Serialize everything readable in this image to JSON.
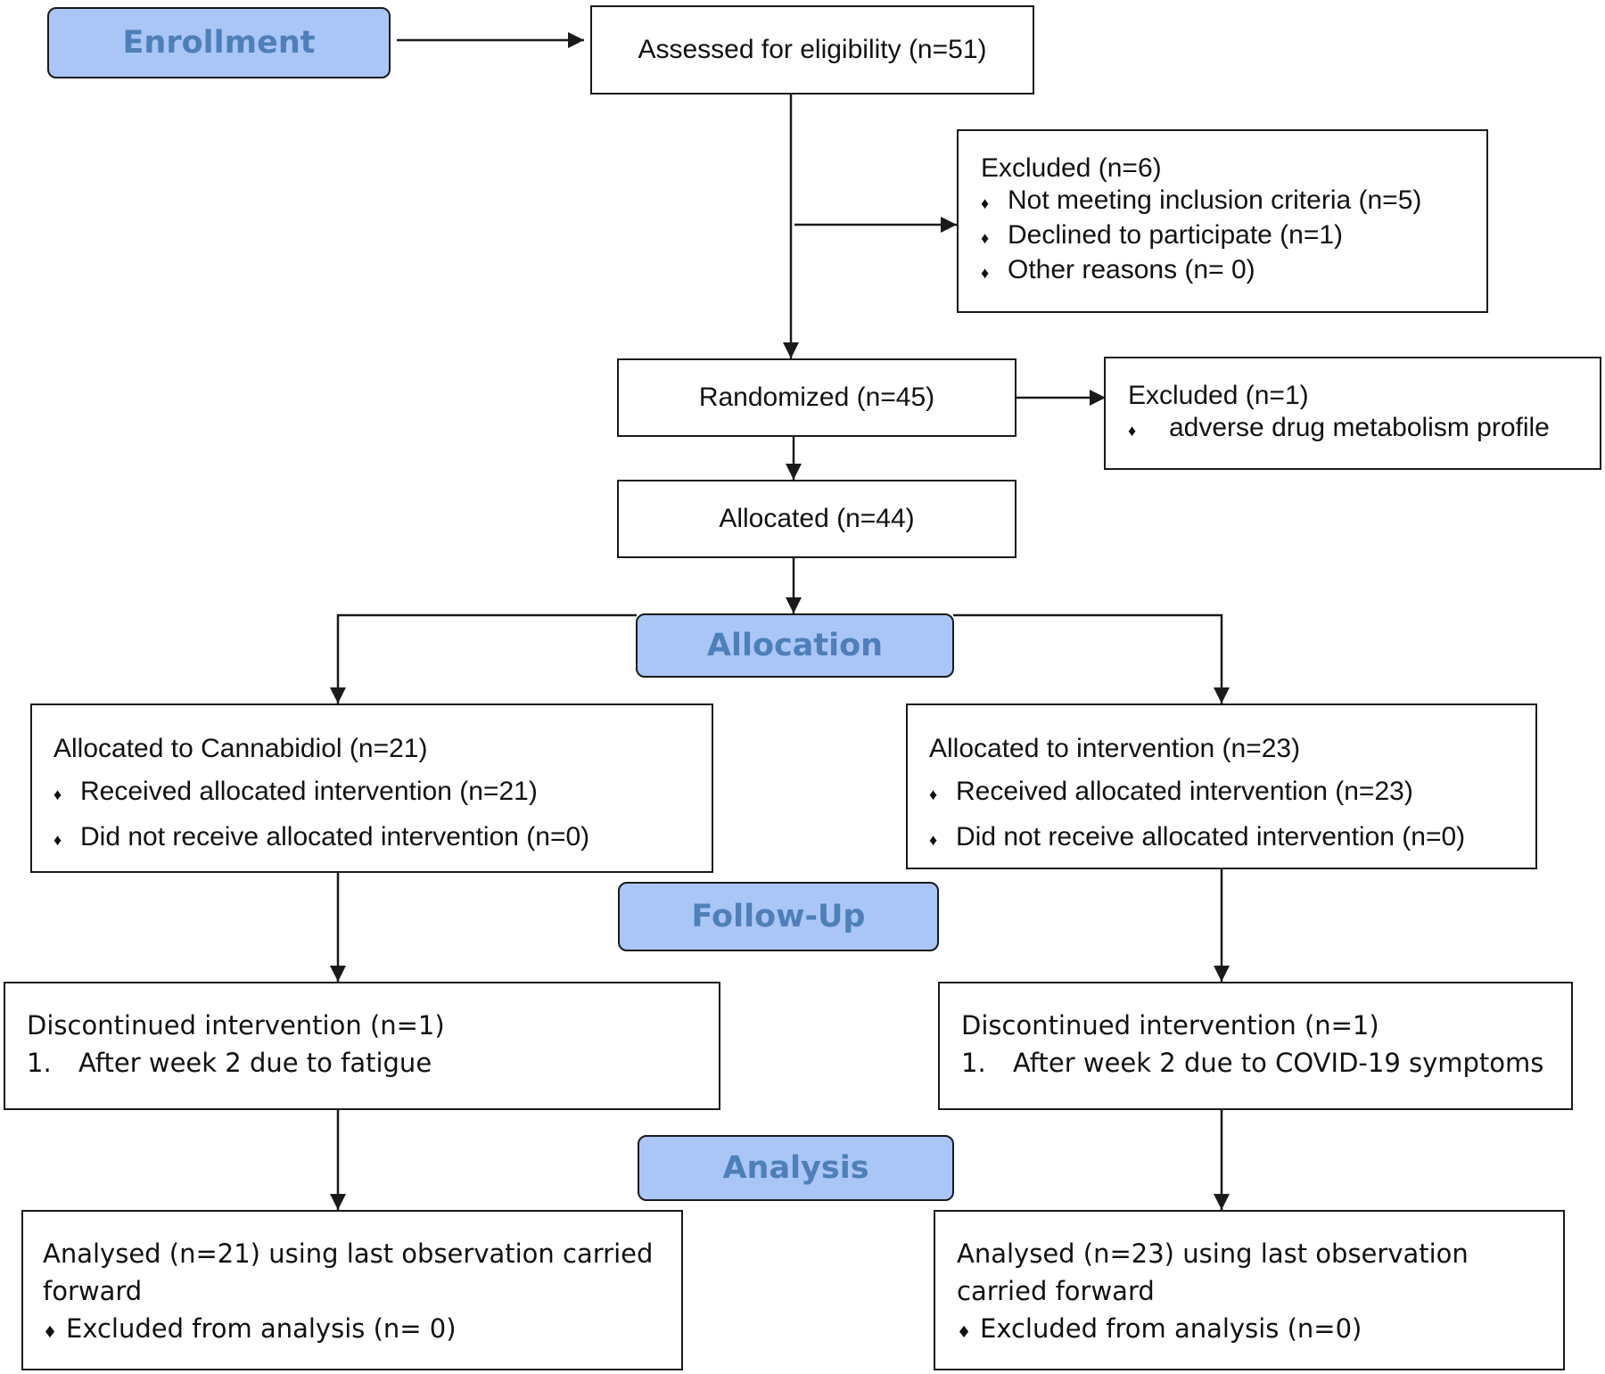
{
  "stages": {
    "enrollment": "Enrollment",
    "allocation": "Allocation",
    "follow_up": "Follow-Up",
    "analysis": "Analysis"
  },
  "assessed": "Assessed for eligibility (n=51)",
  "excluded_screening": {
    "title": "Excluded (n=6)",
    "items": [
      "Not meeting inclusion criteria (n=5)",
      "Declined to participate (n=1)",
      "Other reasons (n= 0)"
    ]
  },
  "randomized": "Randomized (n=45)",
  "excluded_random": {
    "title": "Excluded (n=1)",
    "items": [
      "adverse drug metabolism profile"
    ]
  },
  "allocated": "Allocated (n=44)",
  "arm_left": {
    "allocation_title": "Allocated to Cannabidiol (n=21)",
    "allocation_items": [
      "Received allocated intervention (n=21)",
      "Did not receive allocated intervention (n=0)"
    ],
    "followup_title": "Discontinued intervention (n=1)",
    "followup_num": "1.",
    "followup_reason": "After week 2 due to fatigue",
    "analysis_title": "Analysed (n=21) using last observation carried forward",
    "analysis_item": "Excluded from analysis (n= 0)"
  },
  "arm_right": {
    "allocation_title": "Allocated to intervention (n=23)",
    "allocation_items": [
      "Received allocated intervention (n=23)",
      "Did not receive allocated intervention (n=0)"
    ],
    "followup_title": "Discontinued intervention (n=1)",
    "followup_num": "1.",
    "followup_reason": "After week 2 due to COVID-19 symptoms",
    "analysis_title": "Analysed (n=23) using last observation carried forward",
    "analysis_item": "Excluded from analysis (n=0)"
  },
  "colors": {
    "stage_fill": "#a9c6f7",
    "stage_text": "#4e7fb8",
    "stroke": "#1a1a1a"
  }
}
